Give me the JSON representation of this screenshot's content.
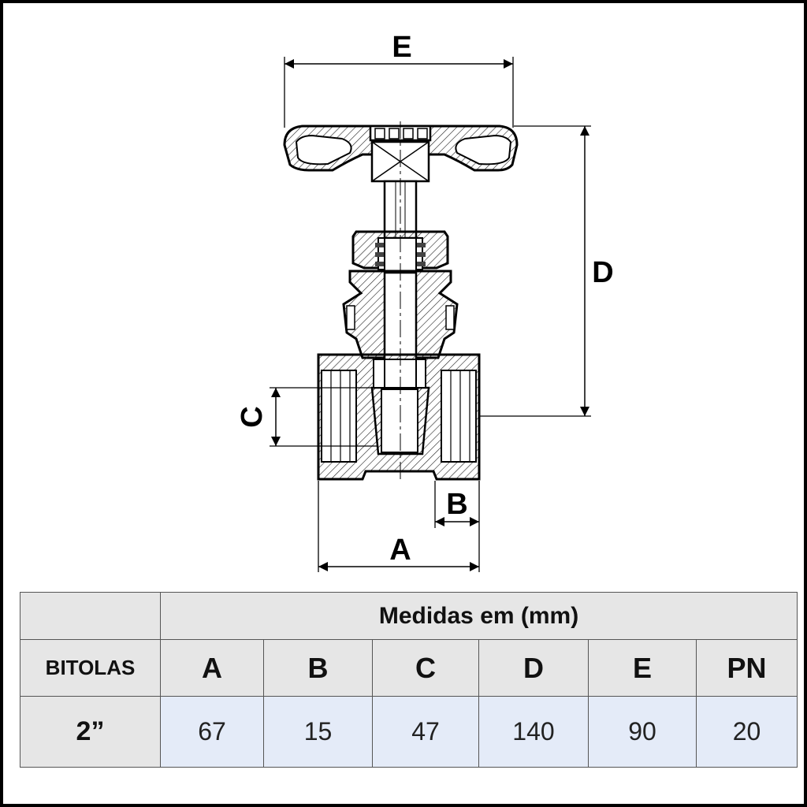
{
  "dimensions": {
    "A": "A",
    "B": "B",
    "C": "C",
    "D": "D",
    "E": "E"
  },
  "table": {
    "title": "Medidas em (mm)",
    "row_header": "BITOLAS",
    "columns": [
      "A",
      "B",
      "C",
      "D",
      "E",
      "PN"
    ],
    "rows": [
      {
        "bitola": "2”",
        "values": [
          "67",
          "15",
          "47",
          "140",
          "90",
          "20"
        ]
      }
    ]
  },
  "colors": {
    "header_bg": "#e6e6e6",
    "value_bg": "#e4ebf8",
    "line": "#000000"
  }
}
